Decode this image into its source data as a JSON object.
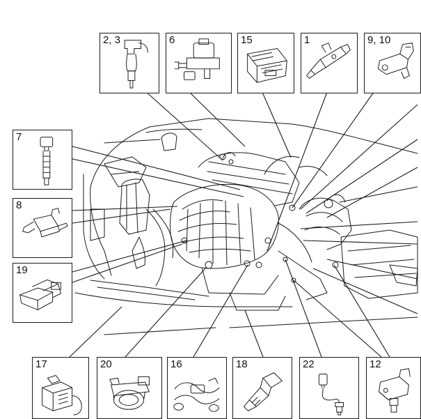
{
  "figure": {
    "line_color": "#1a1a1a",
    "background": "#ffffff",
    "callouts": [
      {
        "id": "c23",
        "label": "2, 3",
        "icon": "pressure-sensor-icon"
      },
      {
        "id": "c6",
        "label": "6",
        "icon": "solenoid-valve-icon"
      },
      {
        "id": "c15",
        "label": "15",
        "icon": "control-module-icon"
      },
      {
        "id": "c1",
        "label": "1",
        "icon": "fuel-injector-icon"
      },
      {
        "id": "c910",
        "label": "9, 10",
        "icon": "position-sensor-icon"
      },
      {
        "id": "c7",
        "label": "7",
        "icon": "ignition-coil-icon"
      },
      {
        "id": "c8",
        "label": "8",
        "icon": "purge-valve-icon"
      },
      {
        "id": "c19",
        "label": "19",
        "icon": "map-sensor-icon"
      },
      {
        "id": "c17",
        "label": "17",
        "icon": "relay-sensor-icon"
      },
      {
        "id": "c20",
        "label": "20",
        "icon": "throttle-body-icon"
      },
      {
        "id": "c16",
        "label": "16",
        "icon": "wiring-connector-icon"
      },
      {
        "id": "c18",
        "label": "18",
        "icon": "oil-pressure-switch-icon"
      },
      {
        "id": "c22",
        "label": "22",
        "icon": "temperature-sensor-icon"
      },
      {
        "id": "c12",
        "label": "12",
        "icon": "speed-sensor-icon"
      }
    ]
  }
}
